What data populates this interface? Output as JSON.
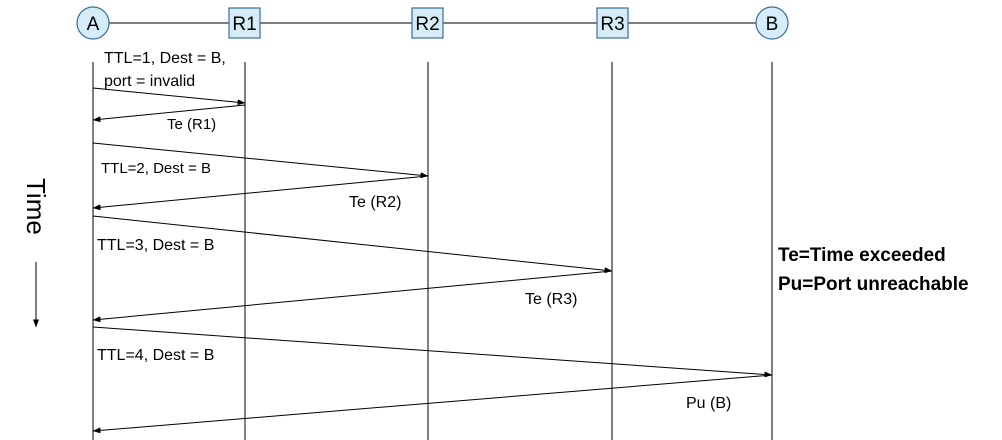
{
  "nodes": [
    {
      "id": "A",
      "label": "A",
      "shape": "circle"
    },
    {
      "id": "R1",
      "label": "R1",
      "shape": "box"
    },
    {
      "id": "R2",
      "label": "R2",
      "shape": "box"
    },
    {
      "id": "R3",
      "label": "R3",
      "shape": "box"
    },
    {
      "id": "B",
      "label": "B",
      "shape": "circle"
    }
  ],
  "messages": [
    {
      "from": "A",
      "to": "R1",
      "lines": [
        "TTL=1, Dest = B,",
        "port = invalid"
      ]
    },
    {
      "from": "R1",
      "to": "A",
      "lines": [
        "Te (R1)"
      ]
    },
    {
      "from": "A",
      "to": "R2",
      "lines": [
        "TTL=2, Dest = B"
      ]
    },
    {
      "from": "R2",
      "to": "A",
      "lines": [
        "Te (R2)"
      ]
    },
    {
      "from": "A",
      "to": "R3",
      "lines": [
        "TTL=3, Dest = B"
      ]
    },
    {
      "from": "R3",
      "to": "A",
      "lines": [
        "Te (R3)"
      ]
    },
    {
      "from": "A",
      "to": "B",
      "lines": [
        "TTL=4, Dest = B"
      ]
    },
    {
      "from": "B",
      "to": "A",
      "lines": [
        "Pu (B)"
      ]
    }
  ],
  "time_axis_label": "Time",
  "legend": [
    "Te=Time exceeded",
    "Pu=Port unreachable"
  ],
  "colors": {
    "node_fill": "#d6ecf8",
    "node_stroke": "#3a6e9a",
    "line": "#000000",
    "text": "#000000"
  }
}
